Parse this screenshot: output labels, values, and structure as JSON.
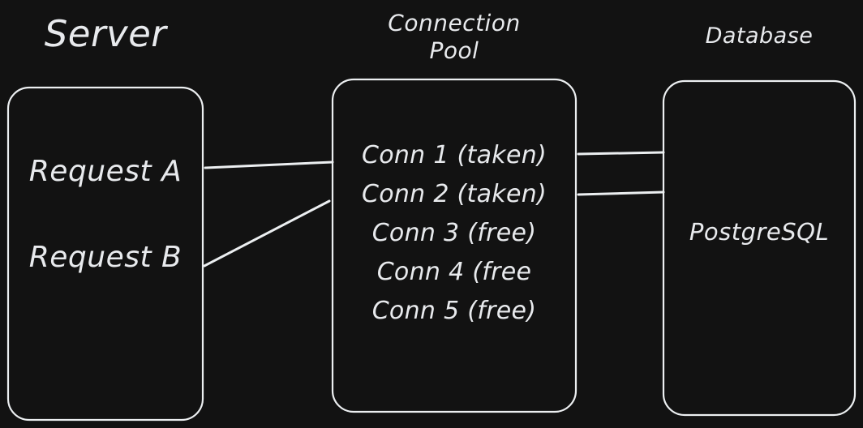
{
  "diagram": {
    "background_color": "#121212",
    "stroke_color": "#eceff1",
    "text_color": "#e8eaed"
  },
  "server": {
    "title": "Server",
    "requests": [
      {
        "label": "Request A"
      },
      {
        "label": "Request B"
      }
    ]
  },
  "pool": {
    "title_line1": "Connection",
    "title_line2": "Pool",
    "connections": [
      {
        "label": "Conn 1 (taken)"
      },
      {
        "label": "Conn 2 (taken)"
      },
      {
        "label": "Conn 3 (free)"
      },
      {
        "label": "Conn 4 (free"
      },
      {
        "label": "Conn 5 (free)"
      }
    ]
  },
  "database": {
    "title": "Database",
    "engine": "PostgreSQL"
  }
}
